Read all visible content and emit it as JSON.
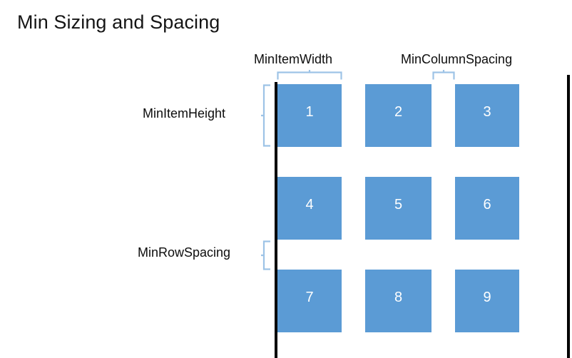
{
  "slide": {
    "title": "Min Sizing and Spacing",
    "background_color": "#FFFFFF"
  },
  "colors": {
    "item_fill": "#5B9BD5",
    "item_text": "#FFFFFF",
    "bracket": "#9DC3E6",
    "rail": "#000000",
    "label_text": "#0D0D0D"
  },
  "grid": {
    "columns": 3,
    "rows": 3,
    "items": [
      {
        "label": "1",
        "row": 1,
        "column": 1
      },
      {
        "label": "2",
        "row": 1,
        "column": 2
      },
      {
        "label": "3",
        "row": 1,
        "column": 3
      },
      {
        "label": "4",
        "row": 2,
        "column": 1
      },
      {
        "label": "5",
        "row": 2,
        "column": 2
      },
      {
        "label": "6",
        "row": 2,
        "column": 3
      },
      {
        "label": "7",
        "row": 3,
        "column": 1
      },
      {
        "label": "8",
        "row": 3,
        "column": 2
      },
      {
        "label": "9",
        "row": 3,
        "column": 3
      }
    ]
  },
  "annotations": {
    "min_item_width": "MinItemWidth",
    "min_column_spacing": "MinColumnSpacing",
    "min_item_height": "MinItemHeight",
    "min_row_spacing": "MinRowSpacing"
  }
}
